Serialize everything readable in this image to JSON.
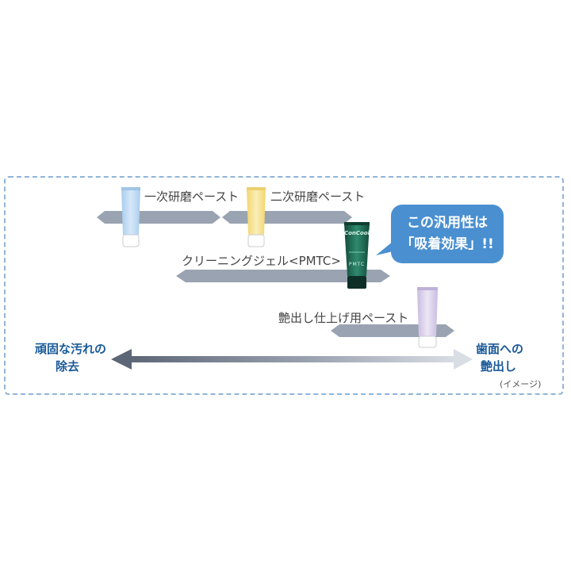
{
  "labels": {
    "primary_paste": "一次研磨ペースト",
    "secondary_paste": "二次研磨ペースト",
    "cleaning_gel": "クリーニングジェル<PMTC>",
    "gloss_paste": "艶出し仕上げ用ペースト"
  },
  "callout": {
    "line1": "この汎用性は",
    "line2": "「吸着効果」!!"
  },
  "axis": {
    "left_line1": "頑固な汚れの",
    "left_line2": "除去",
    "right_line1": "歯面への",
    "right_line2": "艶出し",
    "note": "(イメージ)"
  },
  "tube_brand": "ConCool",
  "tube_product": "PMTC",
  "colors": {
    "frame": "#8fb4d8",
    "bars": "#9aa3b2",
    "callout": "#4a8fd0",
    "axis_text": "#1b5a99",
    "tube_blue": "#bcd8f0",
    "tube_yellow": "#f7e39c",
    "tube_green": "#1f6b55",
    "tube_purple": "#d8cde8"
  }
}
